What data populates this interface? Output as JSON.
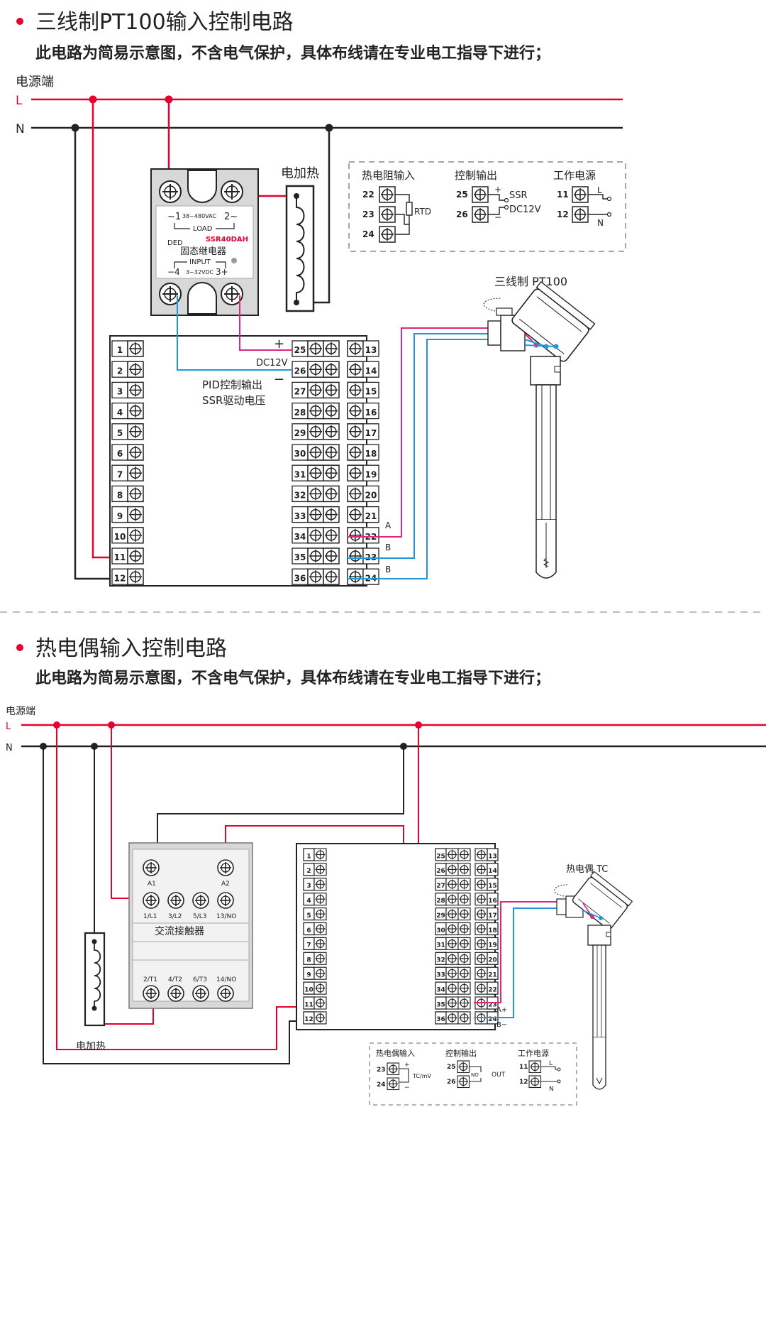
{
  "colors": {
    "red": "#e6002d",
    "blue": "#2196d9",
    "pink": "#e0277f",
    "black": "#222222",
    "gray": "#777777",
    "box": "#d8d8d8"
  },
  "sec1": {
    "title": "三线制PT100输入控制电路",
    "subtitle": "此电路为简易示意图，不含电气保护，具体布线请在专业电工指导下进行；",
    "power": "电源端",
    "L": "L",
    "N": "N",
    "heater": "电加热",
    "ssr": {
      "load_l": "~1",
      "load_r": "2~",
      "volt": "38~480VAC",
      "load": "LOAD",
      "brand": "DED",
      "model": "SSR40DAH",
      "name": "固态继电器",
      "input": "INPUT",
      "in_l": "−4",
      "in_r": "3+",
      "in_v": "3~32VDC"
    },
    "legend": {
      "rtd_title": "热电阻输入",
      "rtd": "RTD",
      "ctrl_title": "控制输出",
      "ssr": "SSR",
      "dc": "DC12V",
      "pwr_title": "工作电源",
      "L": "L",
      "N": "N",
      "n22": "22",
      "n23": "23",
      "n24": "24",
      "n25": "25",
      "n26": "26",
      "n11": "11",
      "n12": "12",
      "plus": "+",
      "minus": "−"
    },
    "probe": "三线制 PT100",
    "plus": "+",
    "minus": "−",
    "dc12": "DC12V",
    "pid1": "PID控制输出",
    "pid2": "SSR驱动电压",
    "wire_a": "A",
    "wire_b1": "B",
    "wire_b2": "B",
    "left_terms": [
      "1",
      "2",
      "3",
      "4",
      "5",
      "6",
      "7",
      "8",
      "9",
      "10",
      "11",
      "12"
    ],
    "mid_terms": [
      "25",
      "26",
      "27",
      "28",
      "29",
      "30",
      "31",
      "32",
      "33",
      "34",
      "35",
      "36"
    ],
    "right_terms": [
      "13",
      "14",
      "15",
      "16",
      "17",
      "18",
      "19",
      "20",
      "21",
      "22",
      "23",
      "24"
    ]
  },
  "sec2": {
    "title": "热电偶输入控制电路",
    "subtitle": "此电路为简易示意图，不含电气保护，具体布线请在专业电工指导下进行；",
    "power": "电源端",
    "L": "L",
    "N": "N",
    "heater": "电加热",
    "contactor": {
      "a1": "A1",
      "a2": "A2",
      "top": [
        "1/L1",
        "3/L2",
        "5/L3",
        "13/NO"
      ],
      "name": "交流接触器",
      "bot": [
        "2/T1",
        "4/T2",
        "6/T3",
        "14/NO"
      ]
    },
    "probe": "热电偶 TC",
    "wire_ap": "A+",
    "wire_bm": "B−",
    "legend": {
      "tc_title": "热电偶输入",
      "tc": "TC/mV",
      "ctrl_title": "控制输出",
      "no": "NO",
      "out": "OUT",
      "pwr_title": "工作电源",
      "L": "L",
      "N": "N",
      "n23": "23",
      "n24": "24",
      "n25": "25",
      "n26": "26",
      "n11": "11",
      "n12": "12",
      "plus": "+",
      "minus": "−"
    },
    "left_terms": [
      "1",
      "2",
      "3",
      "4",
      "5",
      "6",
      "7",
      "8",
      "9",
      "10",
      "11",
      "12"
    ],
    "mid_terms": [
      "25",
      "26",
      "27",
      "28",
      "29",
      "30",
      "31",
      "32",
      "33",
      "34",
      "35",
      "36"
    ],
    "right_terms": [
      "13",
      "14",
      "15",
      "16",
      "17",
      "18",
      "19",
      "20",
      "21",
      "22",
      "23",
      "24"
    ]
  }
}
